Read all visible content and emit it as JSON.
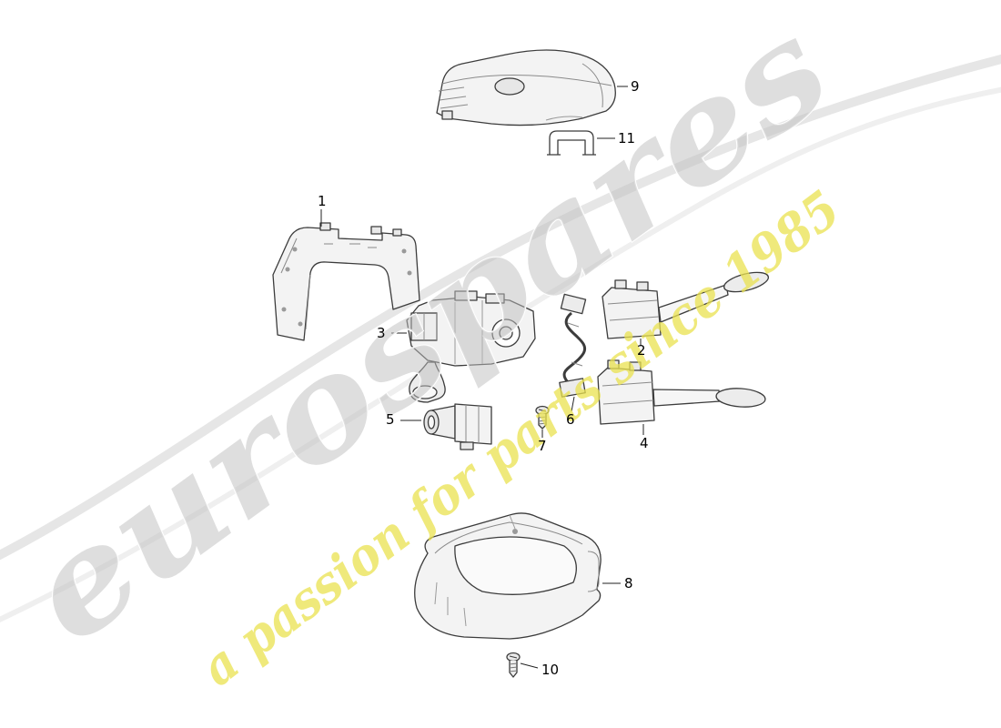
{
  "watermark": {
    "brand": "eurospares",
    "tagline": "a passion for parts since 1985",
    "brand_color": "#bdbdbd",
    "tagline_color": "#e9e14f"
  },
  "part_numbers": [
    "1",
    "2",
    "3",
    "4",
    "5",
    "6",
    "7",
    "8",
    "9",
    "10",
    "11"
  ]
}
